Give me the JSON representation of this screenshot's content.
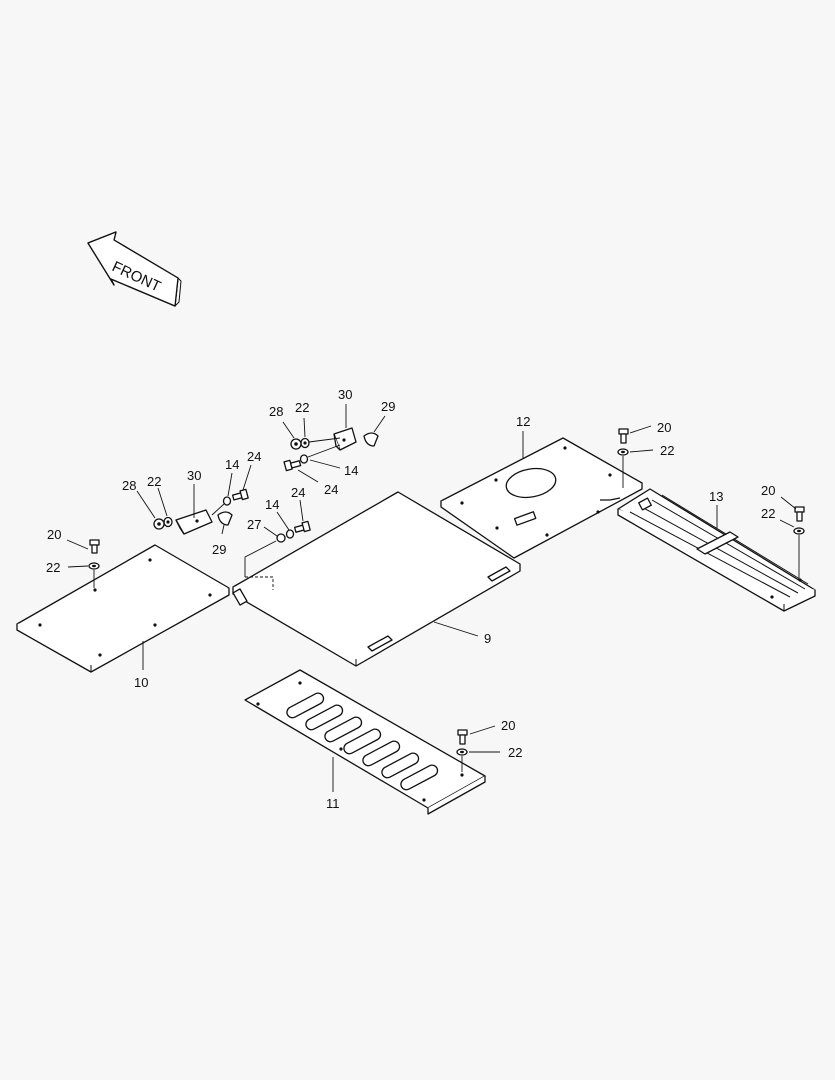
{
  "diagram": {
    "front_label": "FRONT",
    "callouts": [
      {
        "id": "c-9",
        "text": "9"
      },
      {
        "id": "c-10",
        "text": "10"
      },
      {
        "id": "c-11",
        "text": "11"
      },
      {
        "id": "c-12",
        "text": "12"
      },
      {
        "id": "c-13",
        "text": "13"
      },
      {
        "id": "c-14a",
        "text": "14"
      },
      {
        "id": "c-14b",
        "text": "14"
      },
      {
        "id": "c-14c",
        "text": "14"
      },
      {
        "id": "c-20a",
        "text": "20"
      },
      {
        "id": "c-20b",
        "text": "20"
      },
      {
        "id": "c-20c",
        "text": "20"
      },
      {
        "id": "c-20d",
        "text": "20"
      },
      {
        "id": "c-22a",
        "text": "22"
      },
      {
        "id": "c-22b",
        "text": "22"
      },
      {
        "id": "c-22c",
        "text": "22"
      },
      {
        "id": "c-22d",
        "text": "22"
      },
      {
        "id": "c-22e",
        "text": "22"
      },
      {
        "id": "c-22f",
        "text": "22"
      },
      {
        "id": "c-24a",
        "text": "24"
      },
      {
        "id": "c-24b",
        "text": "24"
      },
      {
        "id": "c-24c",
        "text": "24"
      },
      {
        "id": "c-27",
        "text": "27"
      },
      {
        "id": "c-28a",
        "text": "28"
      },
      {
        "id": "c-28b",
        "text": "28"
      },
      {
        "id": "c-29a",
        "text": "29"
      },
      {
        "id": "c-29b",
        "text": "29"
      },
      {
        "id": "c-30a",
        "text": "30"
      },
      {
        "id": "c-30b",
        "text": "30"
      }
    ]
  }
}
